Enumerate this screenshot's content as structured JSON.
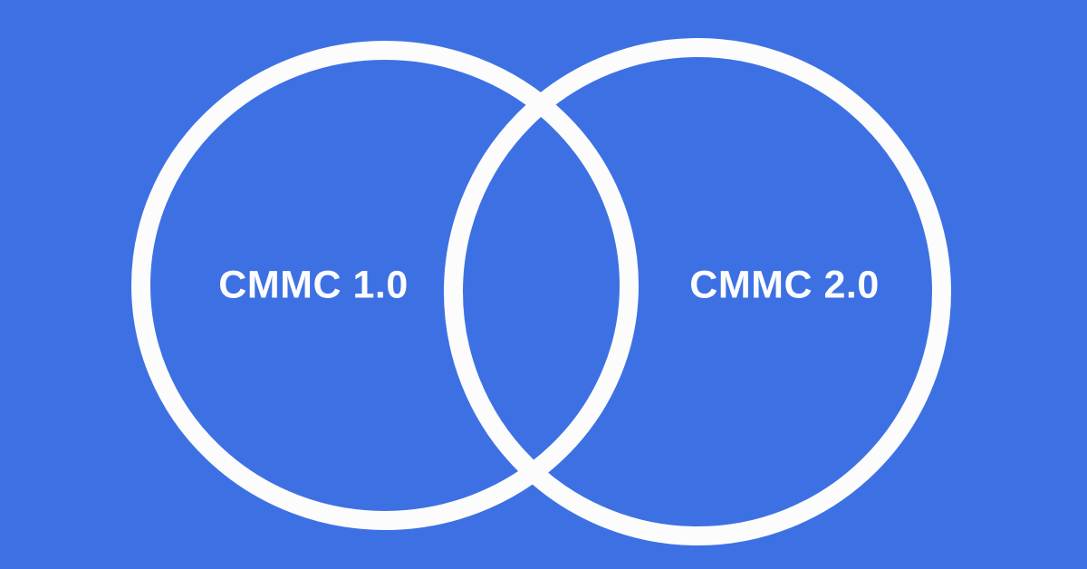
{
  "diagram": {
    "type": "venn",
    "left_circle": {
      "label": "CMMC 1.0"
    },
    "right_circle": {
      "label": "CMMC 2.0"
    }
  },
  "colors": {
    "background": "#3d71e3",
    "circle_stroke": "#fcfcfd",
    "label_text": "#fcfcfd"
  }
}
